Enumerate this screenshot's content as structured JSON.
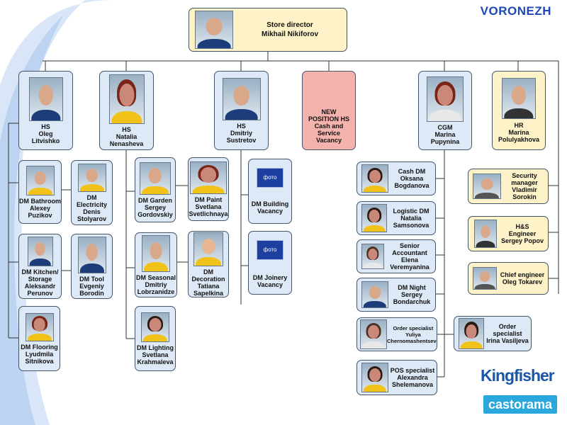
{
  "title": "VORONEZH",
  "director": {
    "line1": "Store director",
    "line2": "Mikhail Nikiforov"
  },
  "hs_oleg": {
    "line1": "HS",
    "line2": "Oleg",
    "line3": "Litvishko"
  },
  "hs_natalia": {
    "line1": "HS",
    "line2": "Natalia",
    "line3": "Nenasheva"
  },
  "hs_dmitriy": {
    "line1": "HS",
    "line2": "Dmitriy",
    "line3": "Sustretov"
  },
  "new_position": {
    "line1": "NEW",
    "line2": "POSITION  HS",
    "line3": "Cash and",
    "line4": "Service",
    "line5": "Vacancy"
  },
  "cgm": {
    "line1": "CGM",
    "line2": "Marina",
    "line3": "Pupynina"
  },
  "hr": {
    "line1": "HR",
    "line2": "Marina",
    "line3": "Polulyakhova"
  },
  "dm_bathroom": {
    "line1": "DM Bathroom",
    "line2": "Alexey",
    "line3": "Puzikov"
  },
  "dm_electricity": {
    "line1": "DM",
    "line2": "Electricity",
    "line3": "Denis",
    "line4": "Stolyarov"
  },
  "dm_kitchen": {
    "line1": "DM Kitchen/",
    "line2": "Storage",
    "line3": "Aleksandr",
    "line4": "Perunov"
  },
  "dm_tool": {
    "line1": "DM Tool",
    "line2": "Evgeniy",
    "line3": "Borodin"
  },
  "dm_flooring": {
    "line1": "DM Flooring",
    "line2": "Lyudmila",
    "line3": "Sitnikova"
  },
  "dm_garden": {
    "line1": "DM Garden",
    "line2": "Sergey",
    "line3": "Gordovskiy"
  },
  "dm_paint": {
    "line1": "DM  Paint",
    "line2": "Svetlana",
    "line3": "Svetlichnaya"
  },
  "dm_seasonal": {
    "line1": "DM  Seasonal",
    "line2": "Dmitriy",
    "line3": "Lobrzanidze"
  },
  "dm_decoration": {
    "line1": "DM",
    "line2": "Decoration",
    "line3": "Tatiana",
    "line4": "Sapelkina"
  },
  "dm_lighting": {
    "line1": "DM Lighting",
    "line2": "Svetlana",
    "line3": "Krahmaleva"
  },
  "dm_building": {
    "foto": "фото",
    "line1": "DM Building",
    "line2": "Vacancy"
  },
  "dm_joinery": {
    "foto": "фото",
    "line1": "DM Joinery",
    "line2": "Vacancy"
  },
  "cash_dm": {
    "line1": "Cash DM",
    "line2": "Oksana",
    "line3": "Bogdanova"
  },
  "logistic_dm": {
    "line1": "Logistic DM",
    "line2": "Natalia",
    "line3": "Samsonova"
  },
  "senior_accountant": {
    "line1": "Senior",
    "line2": "Accountant",
    "line3": "Elena",
    "line4": "Veremyanina"
  },
  "dm_night": {
    "line1": "DM Night",
    "line2": "Sergey",
    "line3": "Bondarchuk"
  },
  "order_yuliya": {
    "line1": "Order specialist",
    "line2": "Yuliya",
    "line3": "Chernomashentseva"
  },
  "order_irina": {
    "line1": "Order",
    "line2": "specialist",
    "line3": "Irina Vasiljeva"
  },
  "pos_specialist": {
    "line1": "POS specialist",
    "line2": "Alexandra",
    "line3": "Shelemanova"
  },
  "security": {
    "line1": "Security",
    "line2": "manager",
    "line3": "Vladimir",
    "line4": "Sorokin"
  },
  "hs_engineer": {
    "line1": "H&S",
    "line2": "Engineer",
    "line3": "Sergey Popov"
  },
  "chief_engineer": {
    "line1": "Chief engineer",
    "line2": "Oleg Tokarev"
  },
  "logos": {
    "kingfisher": "Kingfisher",
    "castorama": "castorama"
  },
  "colors": {
    "title": "#1f47b8",
    "node_blue": "#dde9f7",
    "node_yellow": "#fdf2c8",
    "node_pink": "#f4b3ad",
    "castorama": "#2aa7dc"
  }
}
